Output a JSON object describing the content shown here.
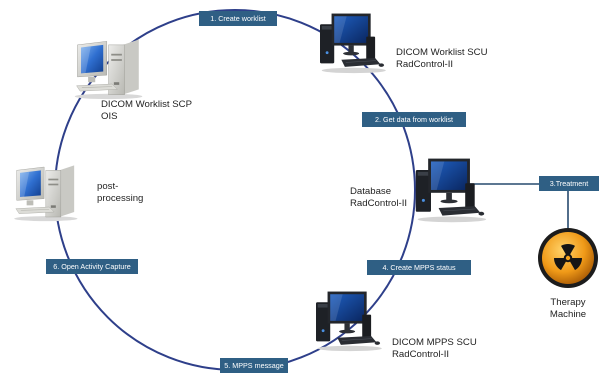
{
  "steps": {
    "create_worklist": "1. Create worklist",
    "get_data": "2. Get data from worklist",
    "treatment": "3.Treatment",
    "create_mpps": "4. Create MPPS status",
    "mpps_message": "5. MPPS message",
    "open_activity": "6. Open Activity Capture"
  },
  "nodes": {
    "worklist_scp": {
      "line1": "DICOM Worklist SCP",
      "line2": "OIS"
    },
    "worklist_scu": {
      "line1": "DICOM Worklist SCU",
      "line2": "RadControl-II"
    },
    "database": {
      "line1": "Database",
      "line2": "RadControl-II"
    },
    "post_processing": {
      "line1": "post-",
      "line2": "processing"
    },
    "mpps_scu": {
      "line1": "DICOM MPPS SCU",
      "line2": "RadControl-II"
    },
    "therapy": {
      "line1": "Therapy",
      "line2": "Machine"
    }
  },
  "colors": {
    "circle": "#2e3f8a",
    "connector": "#264a6e",
    "step_box": "#2f5f84",
    "step_text": "#ffffff"
  },
  "icons": {
    "classic_pc": "desktop-computer-icon",
    "workstation": "workstation-icon",
    "radiation": "radiation-icon"
  }
}
